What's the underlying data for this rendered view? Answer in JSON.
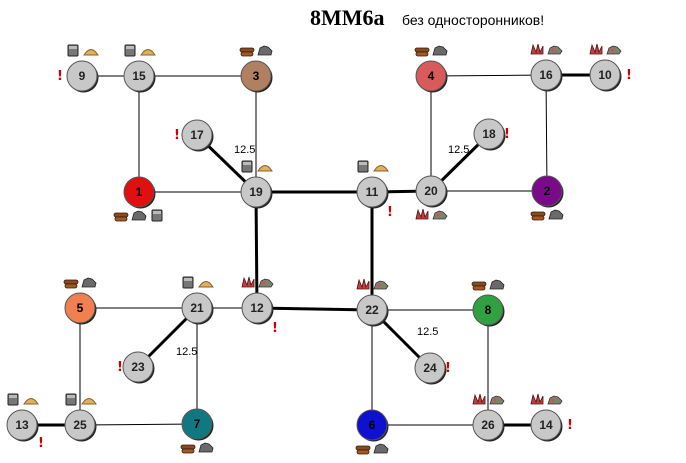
{
  "title": "8MM6a",
  "subtitle": "без односторонников!",
  "colors": {
    "neutral": "#c8c8c8",
    "edge": "#000000",
    "warning": "#cc0000",
    "player_1": "#e01010",
    "player_2": "#7a0a8a",
    "player_3": "#b08060",
    "player_4": "#d85a5a",
    "player_5": "#f08050",
    "player_6": "#1010d0",
    "player_7": "#107880",
    "player_8": "#30a040"
  },
  "nodes": [
    {
      "id": "1",
      "owner": "player_1",
      "resources": [
        "wood-icon",
        "ore-icon",
        "mercury-icon"
      ],
      "res_pos": "below"
    },
    {
      "id": "2",
      "owner": "player_2",
      "resources": [
        "wood-icon",
        "ore-icon"
      ],
      "res_pos": "below"
    },
    {
      "id": "3",
      "owner": "player_3",
      "resources": [
        "wood-icon",
        "ore-icon"
      ],
      "res_pos": "above"
    },
    {
      "id": "4",
      "owner": "player_4",
      "resources": [
        "wood-icon",
        "ore-icon"
      ],
      "res_pos": "above"
    },
    {
      "id": "5",
      "owner": "player_5",
      "resources": [
        "wood-icon",
        "ore-icon"
      ],
      "res_pos": "above"
    },
    {
      "id": "6",
      "owner": "player_6",
      "resources": [
        "wood-icon",
        "ore-icon"
      ],
      "res_pos": "below"
    },
    {
      "id": "7",
      "owner": "player_7",
      "resources": [
        "wood-icon",
        "ore-icon"
      ],
      "res_pos": "below"
    },
    {
      "id": "8",
      "owner": "player_8",
      "resources": [
        "wood-icon",
        "ore-icon"
      ],
      "res_pos": "above"
    },
    {
      "id": "9",
      "owner": "neutral",
      "resources": [
        "mercury-icon",
        "sulfur-icon"
      ],
      "res_pos": "above",
      "warning": true
    },
    {
      "id": "10",
      "owner": "neutral",
      "resources": [
        "crystal-icon",
        "gems-icon"
      ],
      "res_pos": "above",
      "warning": true
    },
    {
      "id": "11",
      "owner": "neutral",
      "resources": [
        "mercury-icon",
        "sulfur-icon"
      ],
      "res_pos": "above",
      "warning": true
    },
    {
      "id": "12",
      "owner": "neutral",
      "resources": [
        "crystal-icon",
        "gems-icon"
      ],
      "res_pos": "above",
      "warning": true
    },
    {
      "id": "13",
      "owner": "neutral",
      "resources": [
        "mercury-icon",
        "sulfur-icon"
      ],
      "res_pos": "above",
      "warning": true
    },
    {
      "id": "14",
      "owner": "neutral",
      "resources": [
        "crystal-icon",
        "gems-icon"
      ],
      "res_pos": "above",
      "warning": true
    },
    {
      "id": "15",
      "owner": "neutral",
      "resources": [
        "mercury-icon",
        "sulfur-icon"
      ],
      "res_pos": "above"
    },
    {
      "id": "16",
      "owner": "neutral",
      "resources": [
        "crystal-icon",
        "gems-icon"
      ],
      "res_pos": "above"
    },
    {
      "id": "17",
      "owner": "neutral",
      "resources": [],
      "warning": true
    },
    {
      "id": "18",
      "owner": "neutral",
      "resources": [],
      "warning": true
    },
    {
      "id": "19",
      "owner": "neutral",
      "resources": [
        "mercury-icon",
        "sulfur-icon"
      ],
      "res_pos": "above"
    },
    {
      "id": "20",
      "owner": "neutral",
      "resources": [
        "crystal-icon",
        "gems-icon"
      ],
      "res_pos": "below"
    },
    {
      "id": "21",
      "owner": "neutral",
      "resources": [
        "mercury-icon",
        "sulfur-icon"
      ],
      "res_pos": "above"
    },
    {
      "id": "22",
      "owner": "neutral",
      "resources": [
        "crystal-icon",
        "gems-icon"
      ],
      "res_pos": "above"
    },
    {
      "id": "23",
      "owner": "neutral",
      "resources": [],
      "warning": true
    },
    {
      "id": "24",
      "owner": "neutral",
      "resources": [],
      "warning": true
    },
    {
      "id": "25",
      "owner": "neutral",
      "resources": [
        "mercury-icon",
        "sulfur-icon"
      ],
      "res_pos": "above"
    },
    {
      "id": "26",
      "owner": "neutral",
      "resources": [
        "crystal-icon",
        "gems-icon"
      ],
      "res_pos": "above"
    }
  ],
  "edges": [
    {
      "from": "9",
      "to": "15",
      "thick": false
    },
    {
      "from": "15",
      "to": "3",
      "thick": false
    },
    {
      "from": "15",
      "to": "1",
      "thick": false
    },
    {
      "from": "1",
      "to": "19",
      "thick": false
    },
    {
      "from": "3",
      "to": "19",
      "thick": false
    },
    {
      "from": "17",
      "to": "19",
      "thick": true,
      "label": "12.5"
    },
    {
      "from": "19",
      "to": "11",
      "thick": true
    },
    {
      "from": "19",
      "to": "12",
      "thick": true
    },
    {
      "from": "11",
      "to": "20",
      "thick": true
    },
    {
      "from": "11",
      "to": "22",
      "thick": true
    },
    {
      "from": "12",
      "to": "22",
      "thick": true
    },
    {
      "from": "4",
      "to": "16",
      "thick": false
    },
    {
      "from": "16",
      "to": "10",
      "thick": true
    },
    {
      "from": "4",
      "to": "20",
      "thick": false
    },
    {
      "from": "18",
      "to": "20",
      "thick": true,
      "label": "12.5"
    },
    {
      "from": "20",
      "to": "2",
      "thick": false
    },
    {
      "from": "16",
      "to": "2",
      "thick": false
    },
    {
      "from": "5",
      "to": "21",
      "thick": false
    },
    {
      "from": "21",
      "to": "12",
      "thick": false
    },
    {
      "from": "5",
      "to": "25",
      "thick": false
    },
    {
      "from": "21",
      "to": "23",
      "thick": true,
      "label": "12.5"
    },
    {
      "from": "21",
      "to": "7",
      "thick": false
    },
    {
      "from": "13",
      "to": "25",
      "thick": true
    },
    {
      "from": "25",
      "to": "7",
      "thick": false
    },
    {
      "from": "22",
      "to": "8",
      "thick": false
    },
    {
      "from": "22",
      "to": "24",
      "thick": true,
      "label": "12.5"
    },
    {
      "from": "22",
      "to": "6",
      "thick": false
    },
    {
      "from": "8",
      "to": "26",
      "thick": false
    },
    {
      "from": "6",
      "to": "26",
      "thick": false
    },
    {
      "from": "26",
      "to": "14",
      "thick": true
    }
  ]
}
